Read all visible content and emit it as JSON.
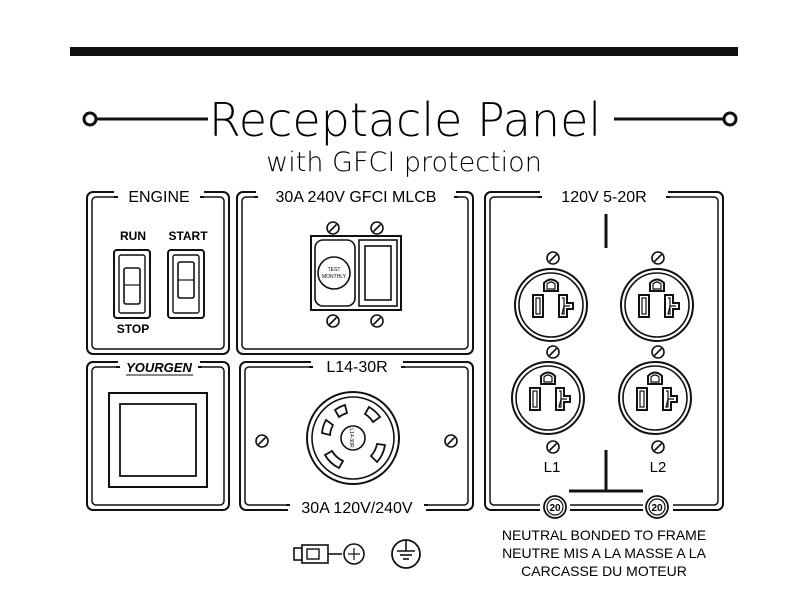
{
  "header": {
    "title": "Receptacle Panel",
    "subtitle": "with GFCI protection"
  },
  "engine": {
    "label": "ENGINE",
    "run_label": "RUN",
    "start_label": "START",
    "stop_label": "STOP"
  },
  "gfci": {
    "label": "30A 240V GFCI MLCB",
    "test_text": "TEST MONTHLY"
  },
  "receptacles_120": {
    "label": "120V 5-20R",
    "l1_label": "L1",
    "l2_label": "L2",
    "breaker_rating": "20"
  },
  "brand": {
    "logo": "YOURGEN"
  },
  "twistlock": {
    "label": "L14-30R",
    "rating_label": "30A 120V/240V",
    "center_text": "L14-30R"
  },
  "notes": {
    "line1": "NEUTRAL BONDED TO FRAME",
    "line2": "NEUTRE MIS A LA MASSE A LA",
    "line3": "CARCASSE DU MOTEUR"
  },
  "icons": [
    "parallel-port-icon",
    "ground-terminal-icon",
    "screw-icon",
    "circuit-breaker-icon",
    "outlet-icon",
    "twist-lock-outlet-icon"
  ]
}
